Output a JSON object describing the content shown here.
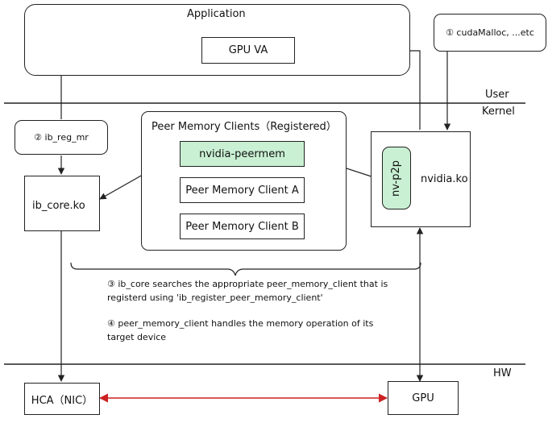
{
  "application": {
    "title": "Application",
    "gpu_va": "GPU VA"
  },
  "callouts": {
    "cuda_malloc": "① cudaMalloc, ...etc",
    "ib_reg_mr": "② ib_reg_mr"
  },
  "layers": {
    "user": "User",
    "kernel": "Kernel",
    "hw": "HW"
  },
  "peer_memory": {
    "title": "Peer Memory Clients（Registered）",
    "nvidia_peermem": "nvidia-peermem",
    "client_a": "Peer Memory Client A",
    "client_b": "Peer Memory Client B"
  },
  "modules": {
    "ib_core": "ib_core.ko",
    "nvidia_ko": "nvidia.ko",
    "nv_p2p": "nv-p2p"
  },
  "hardware": {
    "hca": "HCA（NIC）",
    "gpu": "GPU"
  },
  "notes": {
    "step3_line1": "③ ib_core searches the appropriate peer_memory_client that is",
    "step3_line2": "registerd using 'ib_register_peer_memory_client'",
    "step4_line1": "④ peer_memory_client handles the memory operation of its",
    "step4_line2": "target device"
  },
  "colors": {
    "highlight_green": "#c9f0d3",
    "hw_link_red": "#cc2222",
    "line": "#222222"
  }
}
